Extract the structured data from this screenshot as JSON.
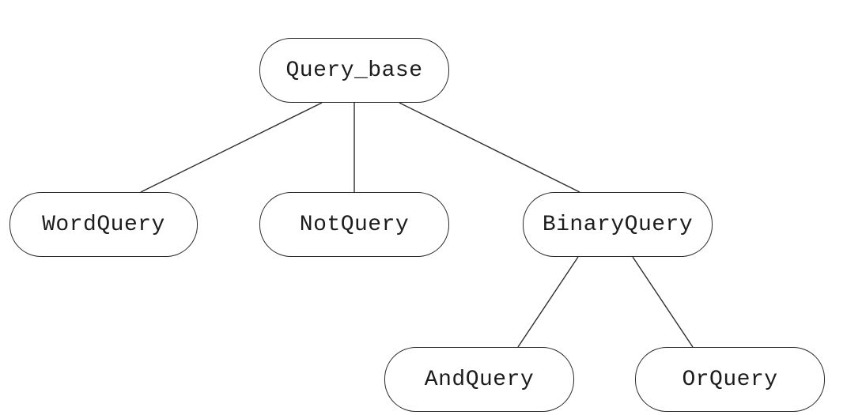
{
  "diagram": {
    "nodes": {
      "root": "Query_base",
      "word": "WordQuery",
      "not": "NotQuery",
      "binary": "BinaryQuery",
      "and": "AndQuery",
      "or": "OrQuery"
    },
    "edges": [
      [
        "root",
        "word"
      ],
      [
        "root",
        "not"
      ],
      [
        "root",
        "binary"
      ],
      [
        "binary",
        "and"
      ],
      [
        "binary",
        "or"
      ]
    ],
    "colors": {
      "line": "#2e2e2e",
      "text": "#1c1c1c",
      "background": "#ffffff"
    }
  }
}
